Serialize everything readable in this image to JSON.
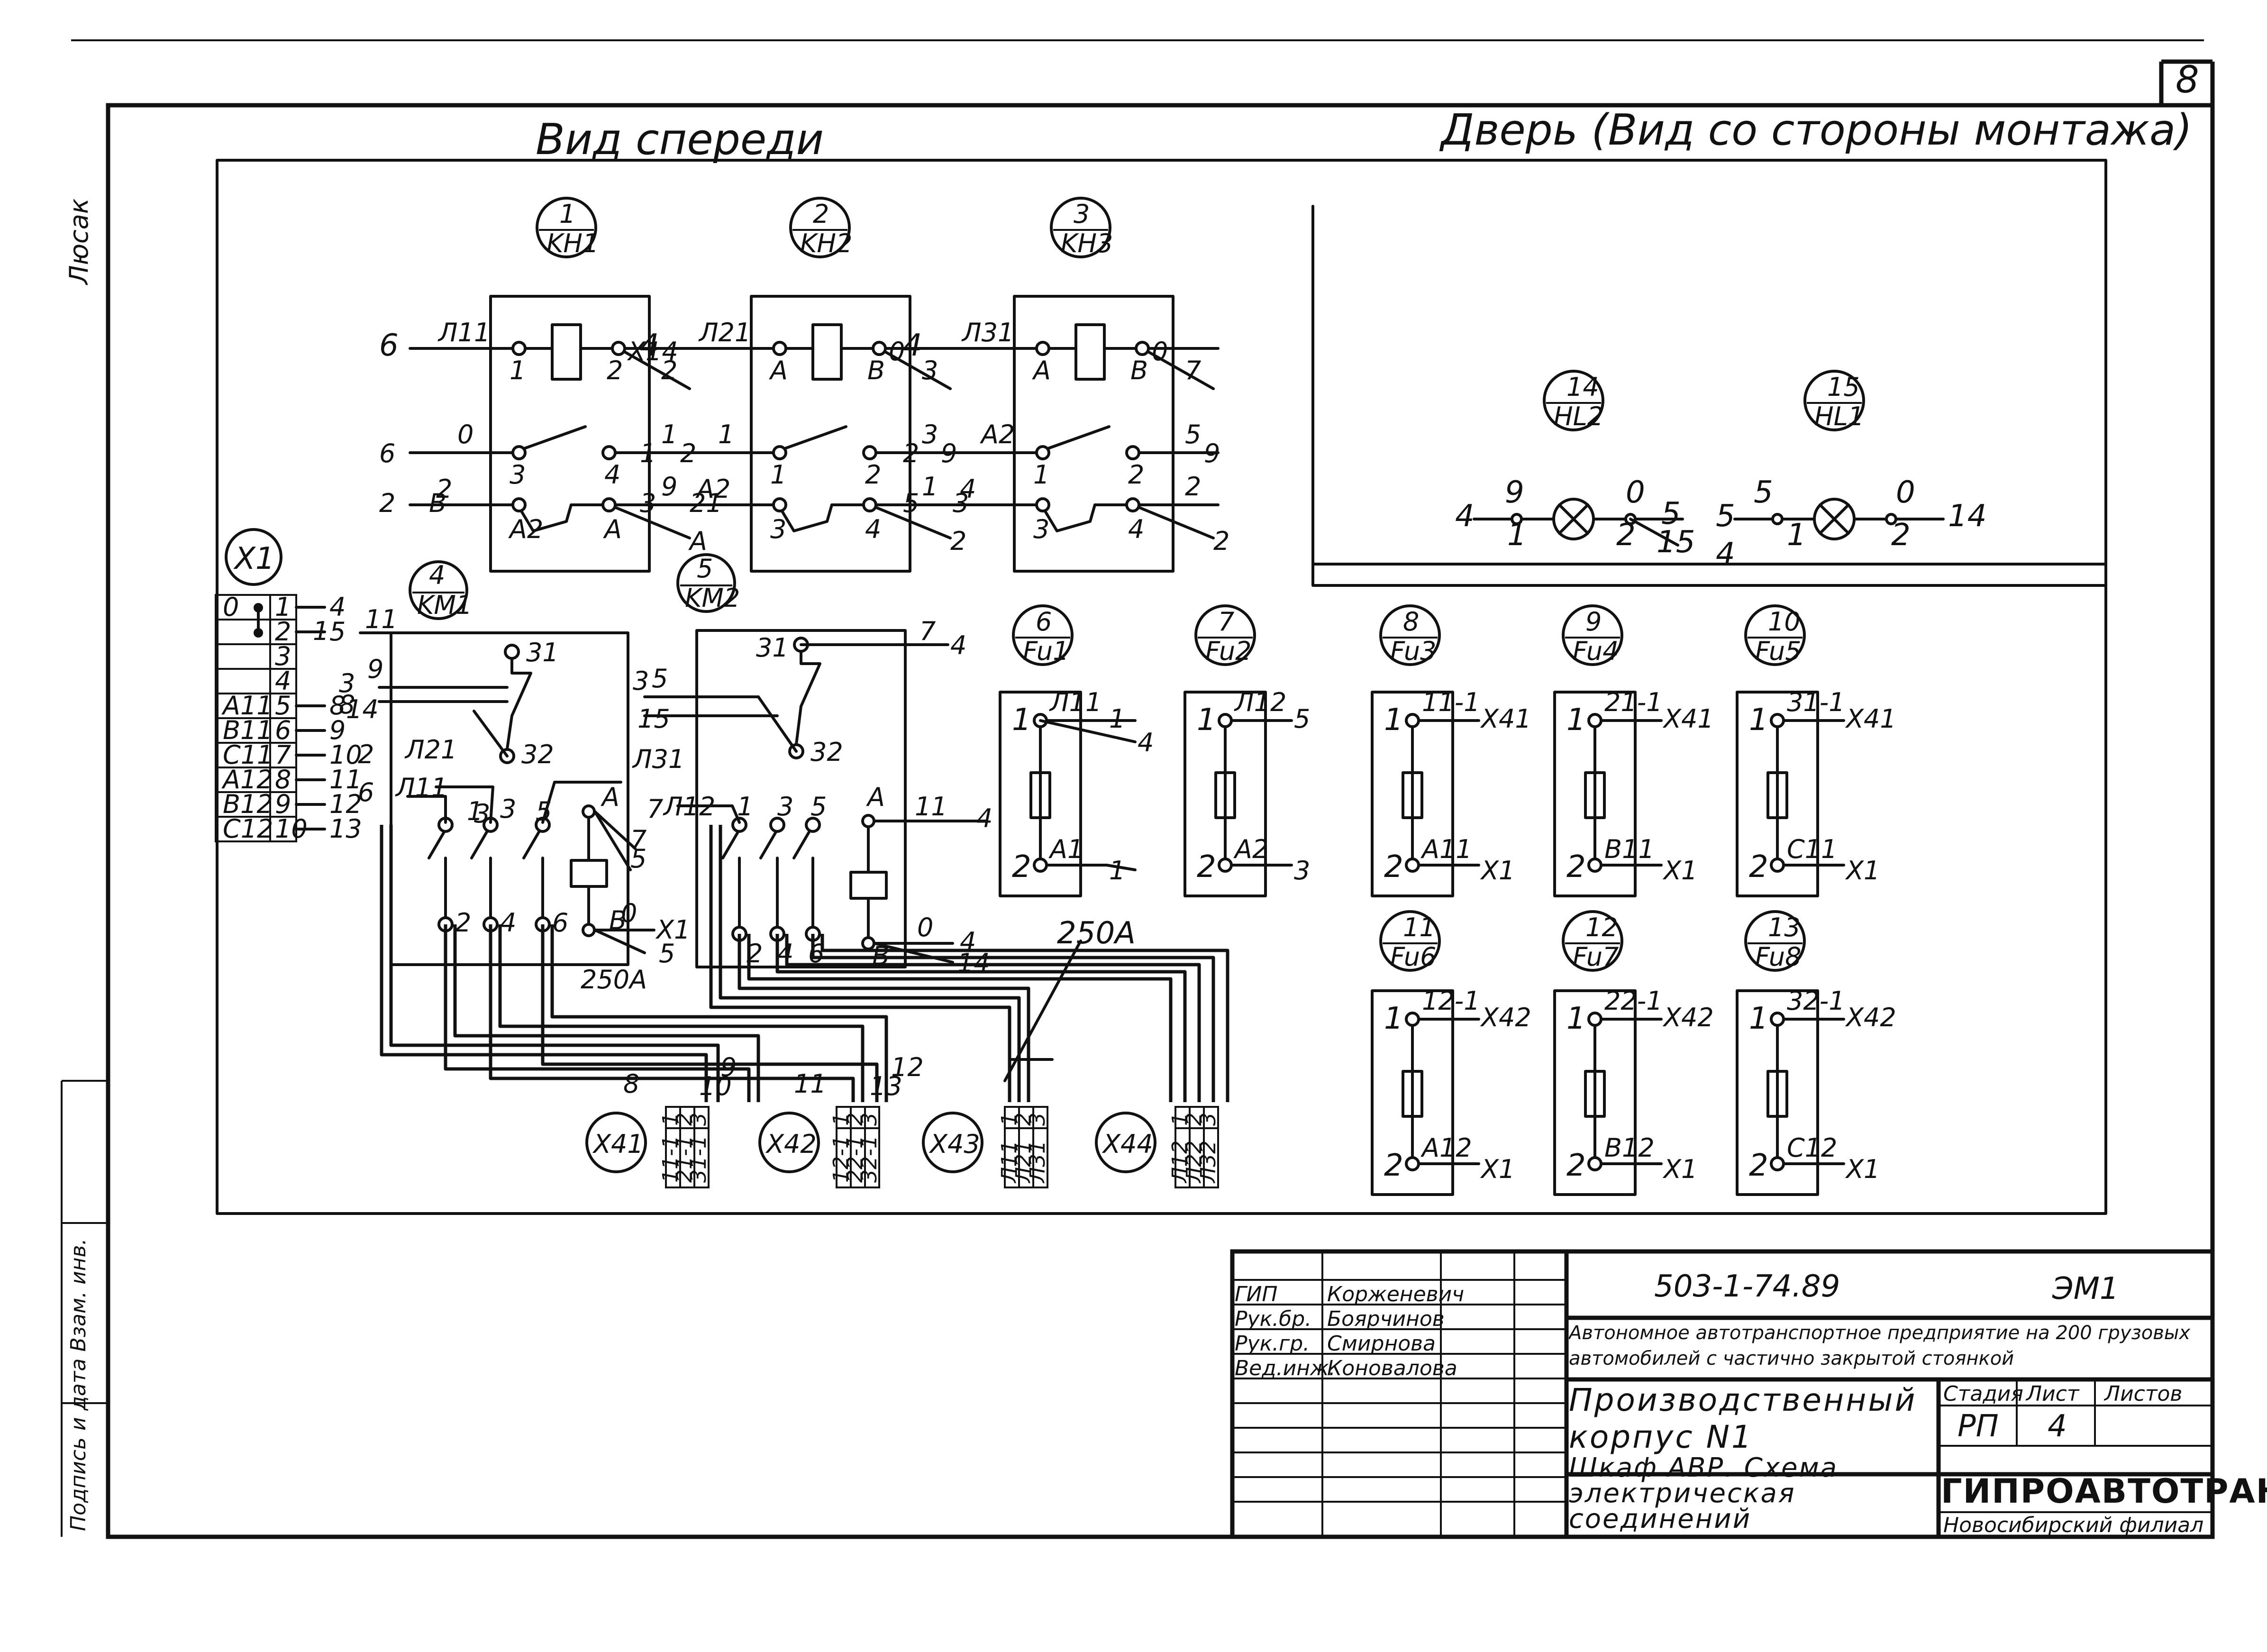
{
  "sheet": {
    "number": "8"
  },
  "margin": {
    "top_note": "Люсак",
    "side_note": "Подпись и дата Взам. инв."
  },
  "views": {
    "front": "Вид спереди",
    "door": "Дверь (Вид со стороны монтажа)"
  },
  "contactors": [
    {
      "pos": "1",
      "code": "KH1",
      "coil_in": "Л11",
      "coil_out": "X14",
      "left_wire": "6",
      "nums": [
        "6",
        "2",
        "1",
        "2",
        "9",
        "2",
        "0",
        "2",
        "A",
        "B",
        "1",
        "2",
        "3",
        "4",
        "A2",
        "A"
      ]
    },
    {
      "pos": "2",
      "code": "KH2",
      "coil_in": "Л21",
      "coil_out": "0",
      "left_wire": "4",
      "nums": [
        "1",
        "3",
        "3",
        "9",
        "1",
        "A2",
        "1",
        "3",
        "2",
        "21",
        "A",
        "B",
        "1",
        "2",
        "3",
        "4"
      ]
    },
    {
      "pos": "3",
      "code": "KH3",
      "coil_in": "Л31",
      "coil_out": "0",
      "left_wire": "4",
      "nums": [
        "2",
        "5",
        "5",
        "9",
        "2",
        "4",
        "A2",
        "7",
        "2",
        "3",
        "A",
        "B",
        "1",
        "2",
        "3",
        "4"
      ]
    }
  ],
  "lamps": [
    {
      "pos": "14",
      "code": "HL2",
      "nums": [
        "4",
        "9",
        "1",
        "0",
        "2",
        "5",
        "15"
      ]
    },
    {
      "pos": "15",
      "code": "HL1",
      "nums": [
        "5",
        "5",
        "1",
        "0",
        "2",
        "14"
      ]
    }
  ],
  "lamp_wire_label": "4",
  "terminal_block": {
    "code": "X1",
    "rows": [
      {
        "left": "0",
        "num": "1",
        "wire": "4"
      },
      {
        "left": "",
        "num": "2",
        "wire": "5"
      },
      {
        "left": "",
        "num": "3",
        "wire": ""
      },
      {
        "left": "",
        "num": "4",
        "wire": ""
      },
      {
        "left": "A11",
        "num": "5",
        "wire": "8"
      },
      {
        "left": "B11",
        "num": "6",
        "wire": "9"
      },
      {
        "left": "C11",
        "num": "7",
        "wire": "10"
      },
      {
        "left": "A12",
        "num": "8",
        "wire": "11"
      },
      {
        "left": "B12",
        "num": "9",
        "wire": "12"
      },
      {
        "left": "C12",
        "num": "10",
        "wire": "13"
      }
    ],
    "extra_wire": "1"
  },
  "km1": {
    "pos": "4",
    "code": "KM1",
    "labels": [
      "11",
      "31",
      "3",
      "9",
      "8",
      "14",
      "32",
      "2",
      "Л21",
      "Л31",
      "3",
      "6",
      "Л11",
      "1",
      "3",
      "5",
      "A",
      "7",
      "5",
      "2",
      "4",
      "6",
      "0",
      "X1",
      "B",
      "5",
      "250A"
    ]
  },
  "km2": {
    "pos": "5",
    "code": "KM2",
    "labels": [
      "31",
      "7",
      "4",
      "3",
      "5",
      "15",
      "32",
      "7",
      "Л12",
      "1",
      "3",
      "5",
      "A",
      "11",
      "4",
      "2",
      "4",
      "6",
      "0",
      "4",
      "B",
      "14"
    ]
  },
  "cable_label": "250A",
  "fuses": [
    {
      "pos": "6",
      "code": "Fu1",
      "top_out": "Л11",
      "top_a": "1",
      "top_b": "4",
      "bot_out": "A1",
      "bot_b": "1",
      "pin1": "1",
      "pin2": "2"
    },
    {
      "pos": "7",
      "code": "Fu2",
      "top_out": "Л12",
      "top_a": "5",
      "top_b": "",
      "bot_out": "A2",
      "bot_b": "3",
      "pin1": "1",
      "pin2": "2"
    },
    {
      "pos": "8",
      "code": "Fu3",
      "top_out": "11-1",
      "top_a": "X41",
      "top_b": "",
      "bot_out": "A11",
      "bot_b": "X1",
      "pin1": "1",
      "pin2": "2"
    },
    {
      "pos": "9",
      "code": "Fu4",
      "top_out": "21-1",
      "top_a": "X41",
      "top_b": "",
      "bot_out": "B11",
      "bot_b": "X1",
      "pin1": "1",
      "pin2": "2"
    },
    {
      "pos": "10",
      "code": "Fu5",
      "top_out": "31-1",
      "top_a": "X41",
      "top_b": "",
      "bot_out": "C11",
      "bot_b": "X1",
      "pin1": "1",
      "pin2": "2"
    },
    {
      "pos": "11",
      "code": "Fu6",
      "top_out": "12-1",
      "top_a": "X42",
      "top_b": "",
      "bot_out": "A12",
      "bot_b": "X1",
      "pin1": "1",
      "pin2": "2"
    },
    {
      "pos": "12",
      "code": "Fu7",
      "top_out": "22-1",
      "top_a": "X42",
      "top_b": "",
      "bot_out": "B12",
      "bot_b": "X1",
      "pin1": "1",
      "pin2": "2"
    },
    {
      "pos": "13",
      "code": "Fu8",
      "top_out": "32-1",
      "top_a": "X42",
      "top_b": "",
      "bot_out": "C12",
      "bot_b": "X1",
      "pin1": "1",
      "pin2": "2"
    }
  ],
  "connectors": [
    {
      "code": "X41",
      "cells": [
        [
          "1",
          "11-1"
        ],
        [
          "2",
          "21-1"
        ],
        [
          "3",
          "31-1"
        ]
      ],
      "wires": [
        "8",
        "9",
        "10"
      ]
    },
    {
      "code": "X42",
      "cells": [
        [
          "1",
          "12-1"
        ],
        [
          "2",
          "22-1"
        ],
        [
          "3",
          "32-1"
        ]
      ],
      "wires": [
        "11",
        "12",
        "13"
      ]
    },
    {
      "code": "X43",
      "cells": [
        [
          "1",
          "Л11"
        ],
        [
          "2",
          "Л21"
        ],
        [
          "3",
          "Л31"
        ]
      ],
      "wires": []
    },
    {
      "code": "X44",
      "cells": [
        [
          "1",
          "Л12"
        ],
        [
          "2",
          "Л22"
        ],
        [
          "3",
          "Л32"
        ]
      ],
      "wires": []
    }
  ],
  "title_block": {
    "doc_number": "503-1-74.89",
    "doc_code": "ЭМ1",
    "roles": [
      "ГИП",
      "Рук.бр.",
      "Рук.гр.",
      "Вед.инж."
    ],
    "names": [
      "Корженевич",
      "Боярчинов",
      "Смирнова",
      "Коновалова"
    ],
    "project": "Автономное автотранспортное предприятие на 200 грузовых автомобилей с частично закрытой стоянкой",
    "building": "Производственный корпус N1",
    "stage_header": "Стадия",
    "sheet_header": "Лист",
    "sheets_header": "Листов",
    "stage": "РП",
    "sheet": "4",
    "sheets": "",
    "drawing_title": "Шкаф АВР. Схема электрическая соединений",
    "org": "ГИПРОАВТОТРАНС",
    "org_branch": "Новосибирский филиал"
  }
}
